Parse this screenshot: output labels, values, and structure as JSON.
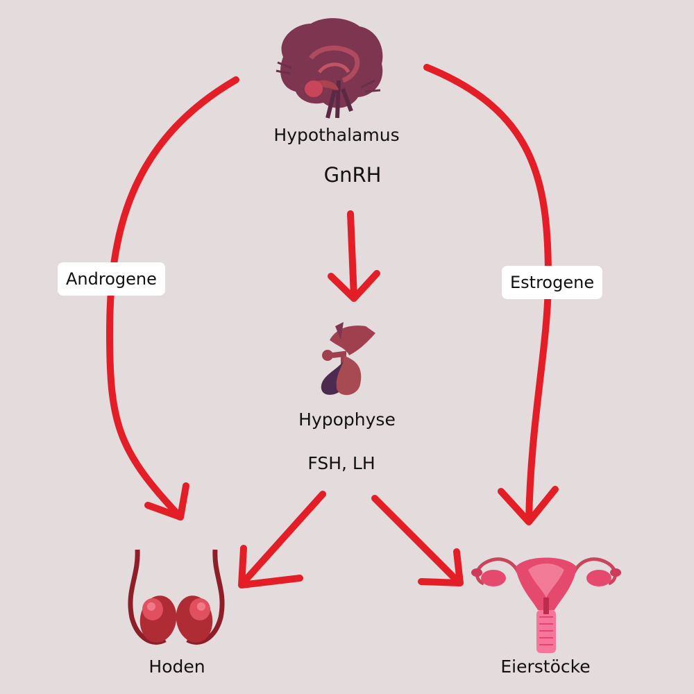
{
  "colors": {
    "background": "#e4dbdd",
    "arrow": "#e41e26",
    "brain": "#7e3650",
    "pituitary": "#a0404f",
    "testes": "#b02c35",
    "uterus": "#e54a6e"
  },
  "nodes": {
    "hypothalamus": {
      "label": "Hypothalamus",
      "icon": "brain-icon"
    },
    "gnrh": {
      "label": "GnRH"
    },
    "hypophyse": {
      "label": "Hypophyse",
      "icon": "pituitary-gland-icon"
    },
    "fsh_lh": {
      "label": "FSH, LH"
    },
    "hoden": {
      "label": "Hoden",
      "icon": "testes-icon"
    },
    "eierstoecke": {
      "label": "Eierstöcke",
      "icon": "uterus-ovaries-icon"
    }
  },
  "edges": {
    "androgene": {
      "label": "Androgene"
    },
    "estrogene": {
      "label": "Estrogene"
    }
  }
}
